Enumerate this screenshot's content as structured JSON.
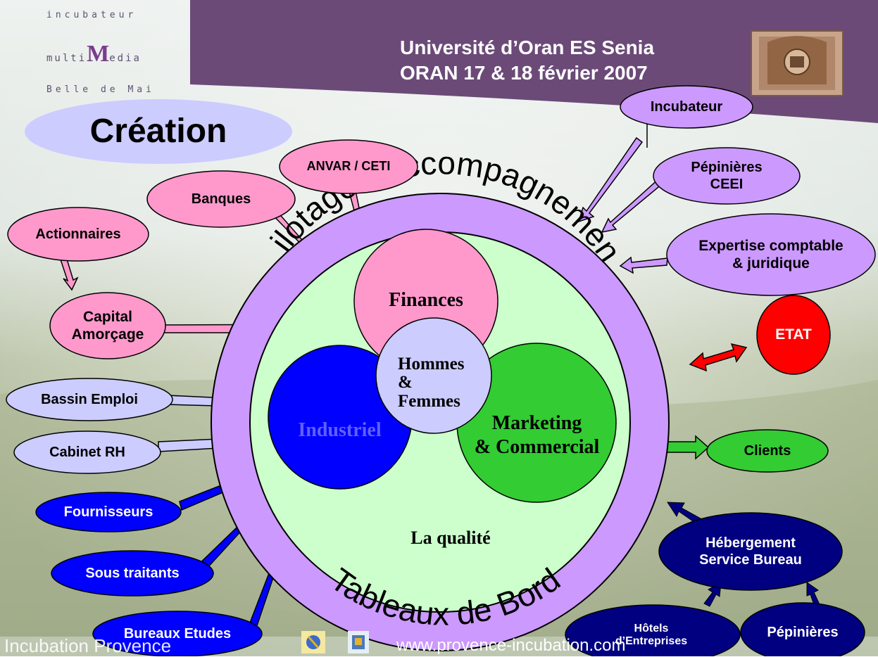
{
  "header": {
    "logo_top": "incubateur",
    "logo_mid_prefix": "multi",
    "logo_mid_mark": "M",
    "logo_mid_suffix": "edia",
    "logo_bottom": "Belle de Mai",
    "line1": "Université d’Oran ES Senia",
    "line2": "ORAN 17 & 18 février 2007"
  },
  "title": "Création",
  "ring": {
    "top_arc": "Pilotage - Accompagnement",
    "bottom_arc": "Tableaux de Bord",
    "center_label": "La qualité"
  },
  "circles": {
    "finances": "Finances",
    "industriel": "Industriel",
    "marketing": "Marketing\n& Commercial",
    "hommes": "Hommes\n&\nFemmes"
  },
  "left_nodes": {
    "actionnaires": "Actionnaires",
    "banques": "Banques",
    "anvar": "ANVAR / CETI",
    "capital": "Capital\nAmorçage",
    "bassin": "Bassin Emploi",
    "cabinet": "Cabinet RH",
    "fournisseurs": "Fournisseurs",
    "sous_traitants": "Sous traitants",
    "bureaux": "Bureaux Etudes"
  },
  "right_nodes": {
    "incubateur": "Incubateur",
    "pepinieres_ceei": "Pépinières\nCEEI",
    "expertise": "Expertise comptable\n& juridique",
    "etat": "ETAT",
    "clients": "Clients",
    "hebergement": "Hébergement\nService Bureau",
    "hotels": "Hôtels\nd’Entreprises",
    "pepinieres": "Pépinières"
  },
  "footer": {
    "left_text": "Incubation Provence",
    "url": "www.provence-incubation.com"
  },
  "colors": {
    "banner": "#6b4a78",
    "ring": "#cc99ff",
    "inner": "#ccffcc",
    "finances": "#ff99cc",
    "industriel": "#0000ff",
    "marketing": "#33cc33",
    "hommes": "#ccccff",
    "navy": "#000080",
    "etat": "#ff0000"
  }
}
